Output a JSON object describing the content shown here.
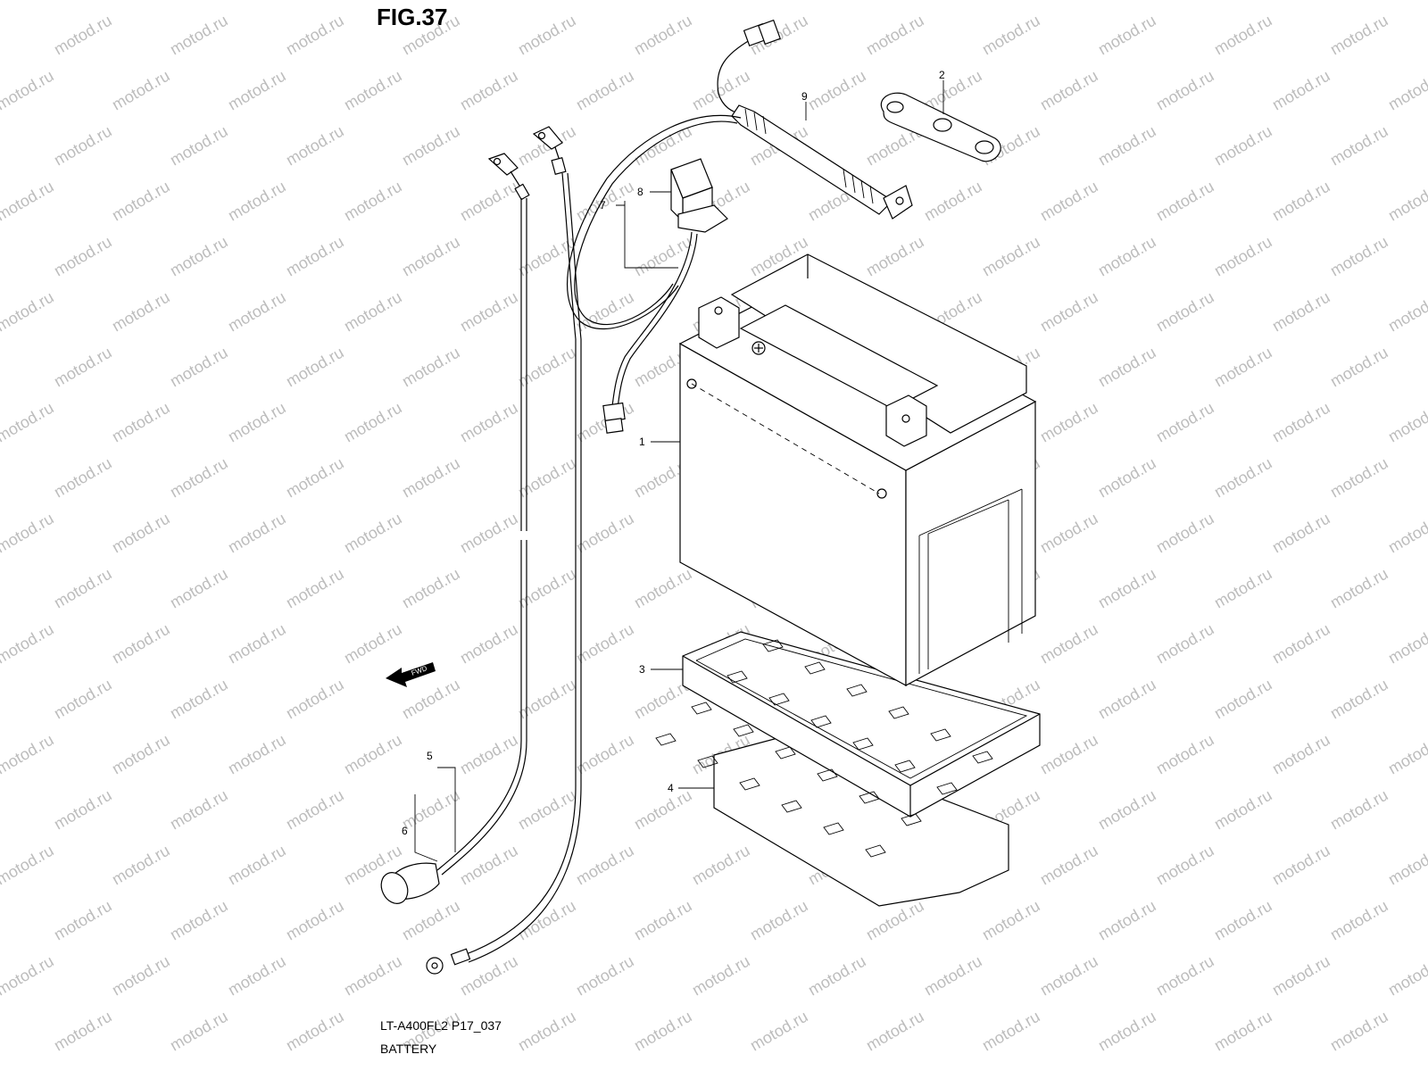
{
  "figure": {
    "title": "FIG.37",
    "code": "LT-A400FL2 P17_037",
    "name": "BATTERY"
  },
  "watermark": "motod.ru",
  "direction_arrow": "FWD",
  "callouts": [
    "1",
    "2",
    "3",
    "4",
    "5",
    "6",
    "7",
    "8",
    "9"
  ]
}
